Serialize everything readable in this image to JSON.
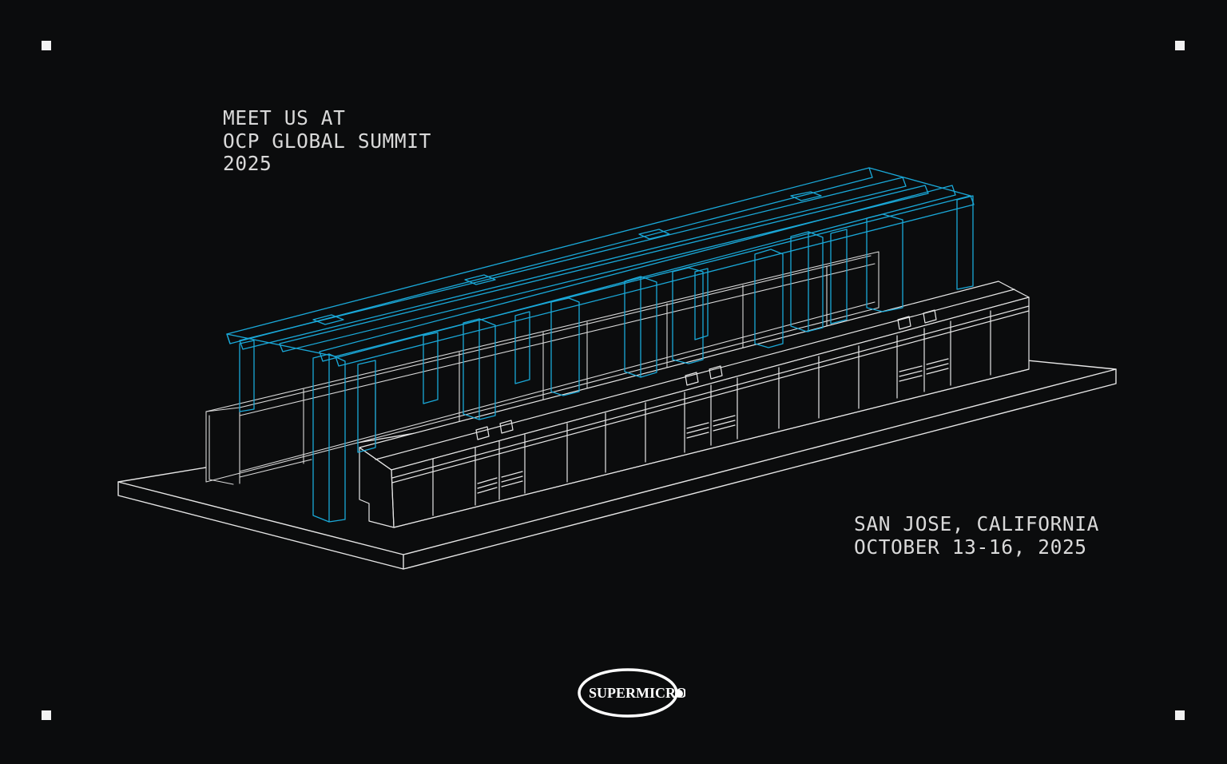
{
  "headline": {
    "line1": "MEET US AT",
    "line2": "OCP GLOBAL SUMMIT",
    "line3": "2025"
  },
  "event": {
    "location": "SAN JOSE, CALIFORNIA",
    "dates": "OCTOBER 13-16, 2025"
  },
  "logo": {
    "text": "SUPERMICRO"
  },
  "colors": {
    "background": "#0b0c0d",
    "text": "#d9d9d9",
    "line_white": "#e6e6e6",
    "line_blue": "#1aa8d8"
  }
}
